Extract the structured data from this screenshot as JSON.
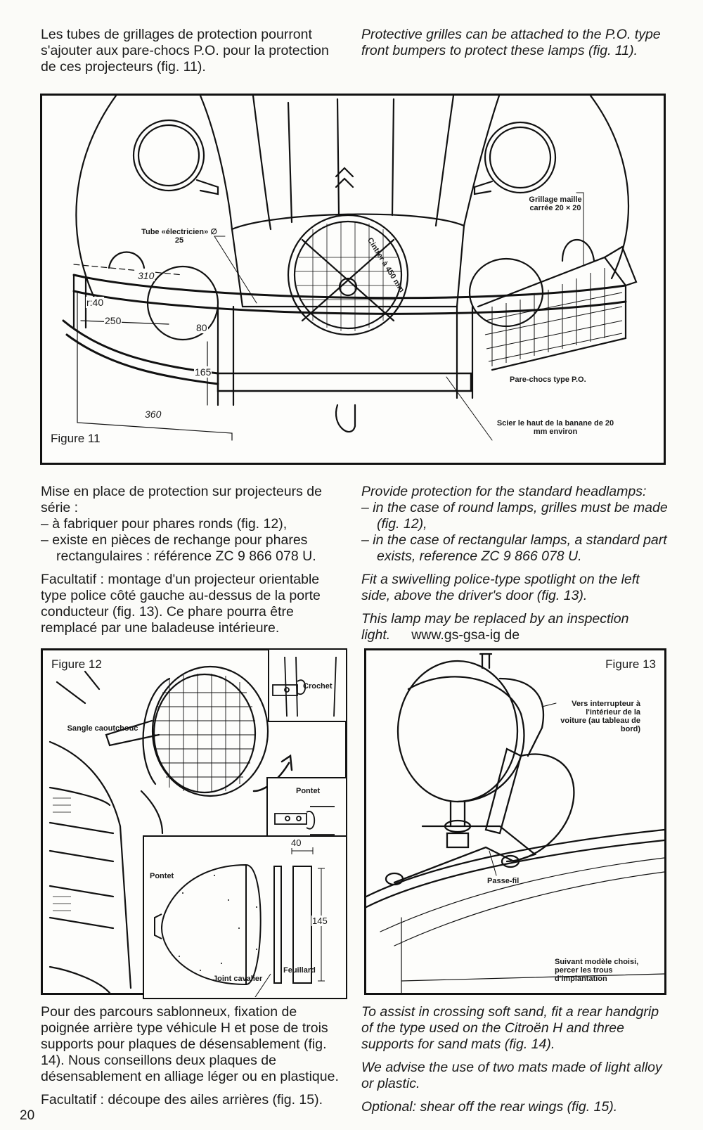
{
  "top": {
    "fr": "Les tubes de grillages de protection pourront s'ajouter aux pare-chocs P.O. pour la protection de ces projecteurs (fig. 11).",
    "en": "Protective grilles can be attached to the P.O. type front bumpers to protect these lamps (fig. 11)."
  },
  "figure11": {
    "label": "Figure 11",
    "callouts": {
      "tube": "Tube «électricien» ∅ 25",
      "grillage": "Grillage maille carrée 20 × 20",
      "cintrer": "Cintrer à 450 mm",
      "parechocs": "Pare-chocs type P.O.",
      "scier": "Scier le haut de la banane de 20 mm environ"
    },
    "dims": {
      "d310": "310",
      "r40": "r:40",
      "d250": "250",
      "d80": "80",
      "d165": "165",
      "d360": "360"
    }
  },
  "middle": {
    "fr_intro": "Mise en place de protection sur projecteurs de série :",
    "fr_item1": "– à fabriquer pour phares ronds (fig. 12),",
    "fr_item2": "– existe en pièces de rechange pour phares rectangulaires : référence ZC 9 866 078 U.",
    "fr_opt": "Facultatif : montage d'un projecteur orientable type police côté gauche au-dessus de la porte conducteur (fig. 13). Ce phare pourra être remplacé par une baladeuse intérieure.",
    "en_intro": "Provide protection for the standard headlamps:",
    "en_item1": "– in the case of round lamps, grilles must be made (fig. 12),",
    "en_item2": "– in the case of rectangular lamps, a standard part exists, reference ZC 9 866 078 U.",
    "en_opt1": "Fit a swivelling police-type spotlight on the left side, above the driver's door (fig. 13).",
    "en_opt2": "This lamp may be replaced by an inspection light.",
    "url": "www.gs-gsa-ig de"
  },
  "figure12": {
    "label": "Figure 12",
    "callouts": {
      "sangle": "Sangle caoutchouc",
      "crochet": "Crochet",
      "pontet1": "Pontet",
      "pontet2": "Pontet",
      "joint": "Joint cavalier",
      "feuillard": "Feuillard"
    },
    "dims": {
      "w40": "40",
      "h145": "145"
    }
  },
  "figure13": {
    "label": "Figure 13",
    "callouts": {
      "vers": "Vers interrupteur à l'intérieur de la voiture (au tableau de bord)",
      "passe": "Passe-fil",
      "suivant": "Suivant modèle choisi, percer les trous d'implantation"
    }
  },
  "bottom": {
    "fr1": "Pour des parcours sablonneux, fixation de poignée arrière type véhicule H et pose de trois supports pour plaques de désensablement (fig. 14). Nous conseillons deux plaques de désensablement en alliage léger ou en plastique.",
    "fr2": "Facultatif : découpe des ailes arrières (fig. 15).",
    "en1": "To assist in crossing soft sand, fit a rear handgrip of the type used on the Citroën H and three supports for sand mats (fig. 14).",
    "en2": "We advise the use of two mats made of light alloy or plastic.",
    "en3": "Optional: shear off the rear wings (fig. 15)."
  },
  "page_number": "20"
}
